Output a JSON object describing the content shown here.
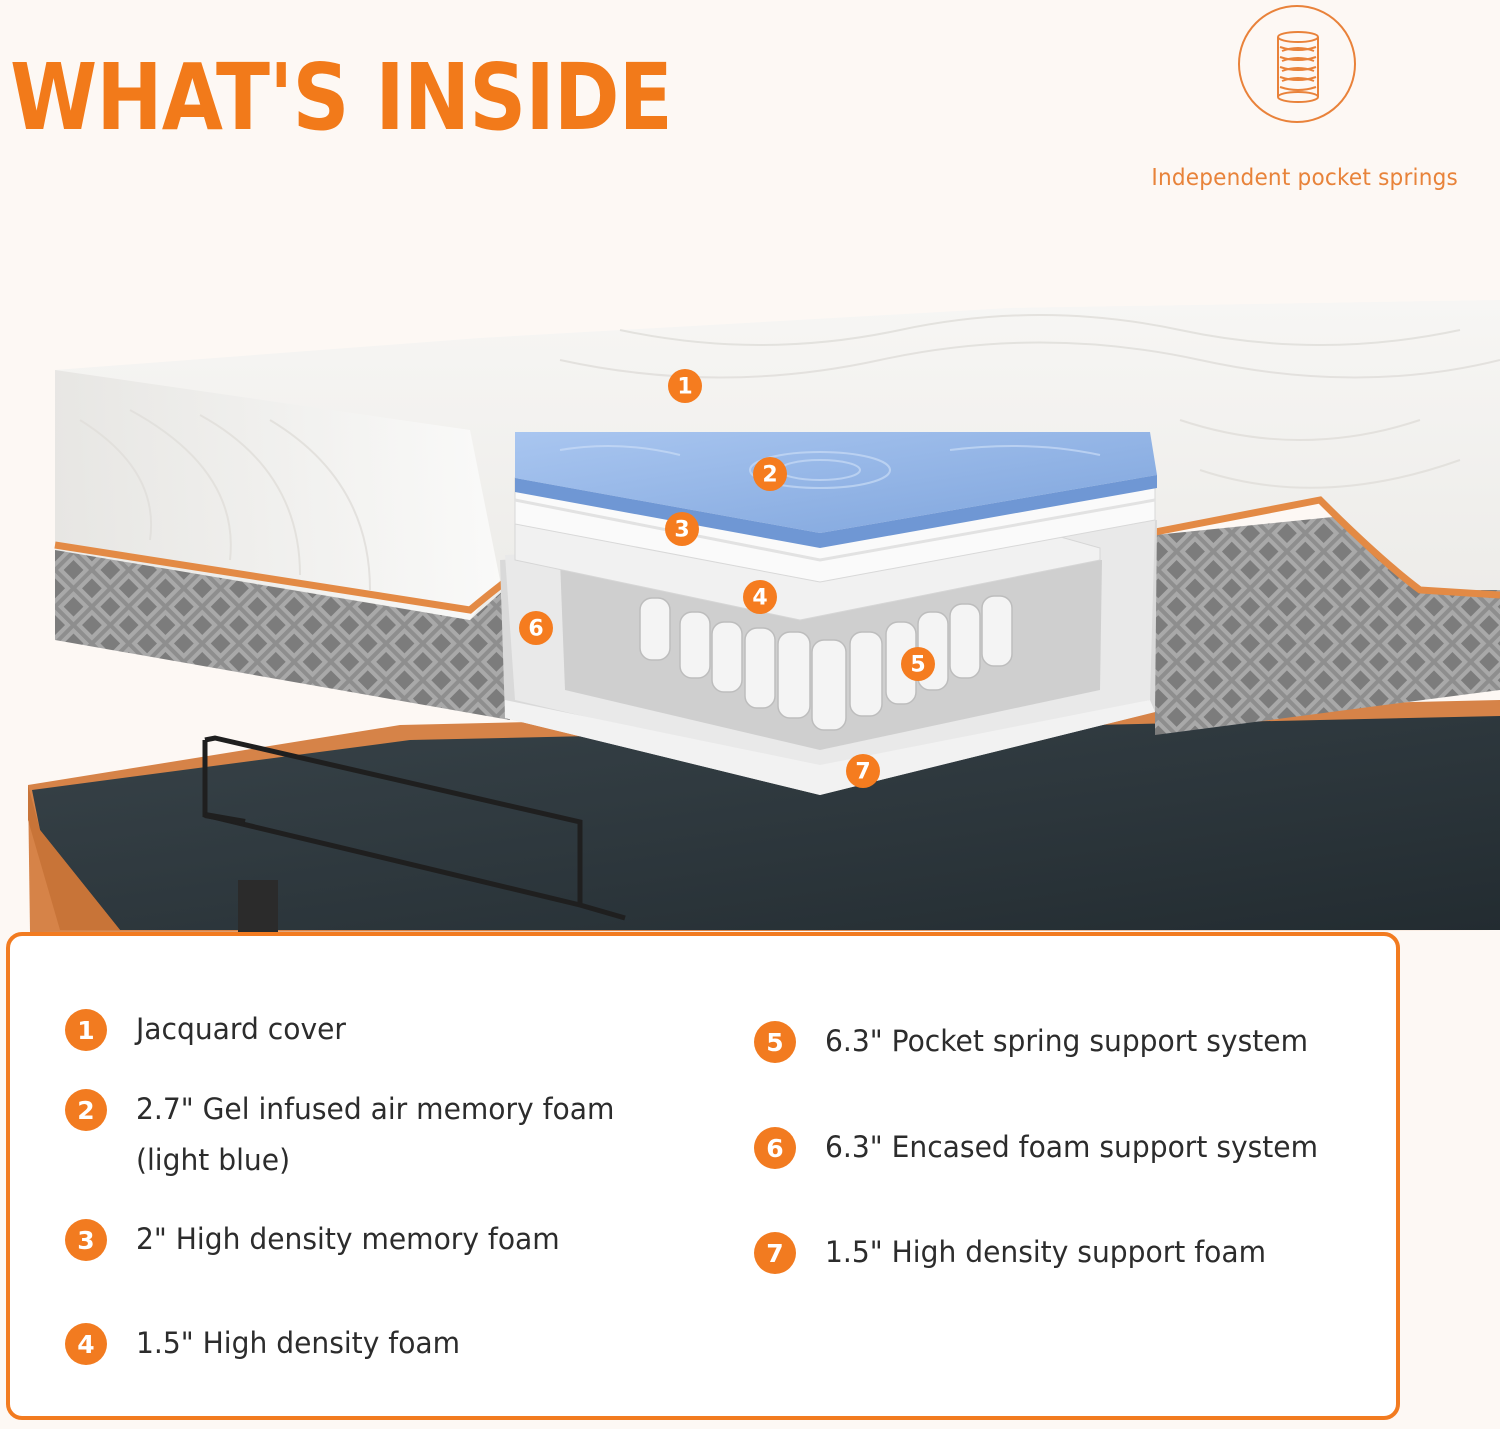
{
  "headline": "WHAT'S INSIDE",
  "feature": {
    "icon": "pocket-spring-icon",
    "label": "Independent  pocket springs"
  },
  "layers": [
    {
      "number": "1",
      "lines": [
        "Jacquard cover"
      ]
    },
    {
      "number": "2",
      "lines": [
        "2.7\" Gel infused air memory foam",
        "(light blue)"
      ]
    },
    {
      "number": "3",
      "lines": [
        "2\" High density memory foam"
      ]
    },
    {
      "number": "4",
      "lines": [
        "1.5\" High density foam"
      ]
    },
    {
      "number": "5",
      "lines": [
        "6.3\" Pocket spring support system"
      ]
    },
    {
      "number": "6",
      "lines": [
        "6.3\" Encased foam support system"
      ]
    },
    {
      "number": "7",
      "lines": [
        "1.5\" High density support foam"
      ]
    }
  ],
  "colors": {
    "accent": "#f27b20",
    "gel_foam": "#8fb2e6",
    "background": "#fdf8f4",
    "base_frame": "#d9854a",
    "base_deck": "#2f3a40"
  }
}
